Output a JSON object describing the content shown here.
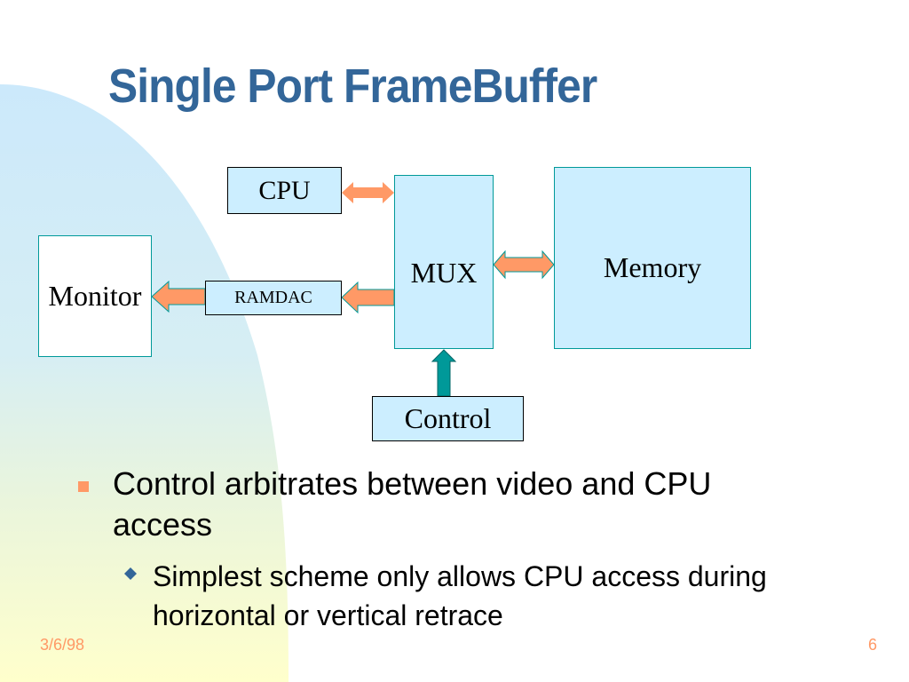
{
  "slide": {
    "title": "Single Port FrameBuffer",
    "colors": {
      "title": "#336699",
      "box_fill": "#cceeff",
      "box_border_teal": "#009999",
      "arrow_orange": "#ff9966",
      "arrow_teal": "#009999",
      "bullet_l1": "#ff9966",
      "bullet_l2": "#336699",
      "footer": "#ff9966"
    },
    "diagram": {
      "blocks": {
        "cpu": "CPU",
        "mux": "MUX",
        "memory": "Memory",
        "monitor": "Monitor",
        "ramdac": "RAMDAC",
        "control": "Control"
      },
      "connections": [
        {
          "from": "CPU",
          "to": "MUX",
          "direction": "bidirectional"
        },
        {
          "from": "MUX",
          "to": "Memory",
          "direction": "bidirectional"
        },
        {
          "from": "MUX",
          "to": "RAMDAC",
          "direction": "one-way"
        },
        {
          "from": "RAMDAC",
          "to": "Monitor",
          "direction": "one-way"
        },
        {
          "from": "Control",
          "to": "MUX",
          "direction": "one-way"
        }
      ]
    },
    "bullets": [
      {
        "text": "Control arbitrates between video and CPU access",
        "marker": "square-bullet",
        "sub": [
          {
            "text": "Simplest scheme only allows CPU access during horizontal or vertical retrace",
            "marker": "diamond-bullet"
          }
        ]
      }
    ],
    "footer": {
      "date": "3/6/98",
      "page": "6"
    }
  }
}
